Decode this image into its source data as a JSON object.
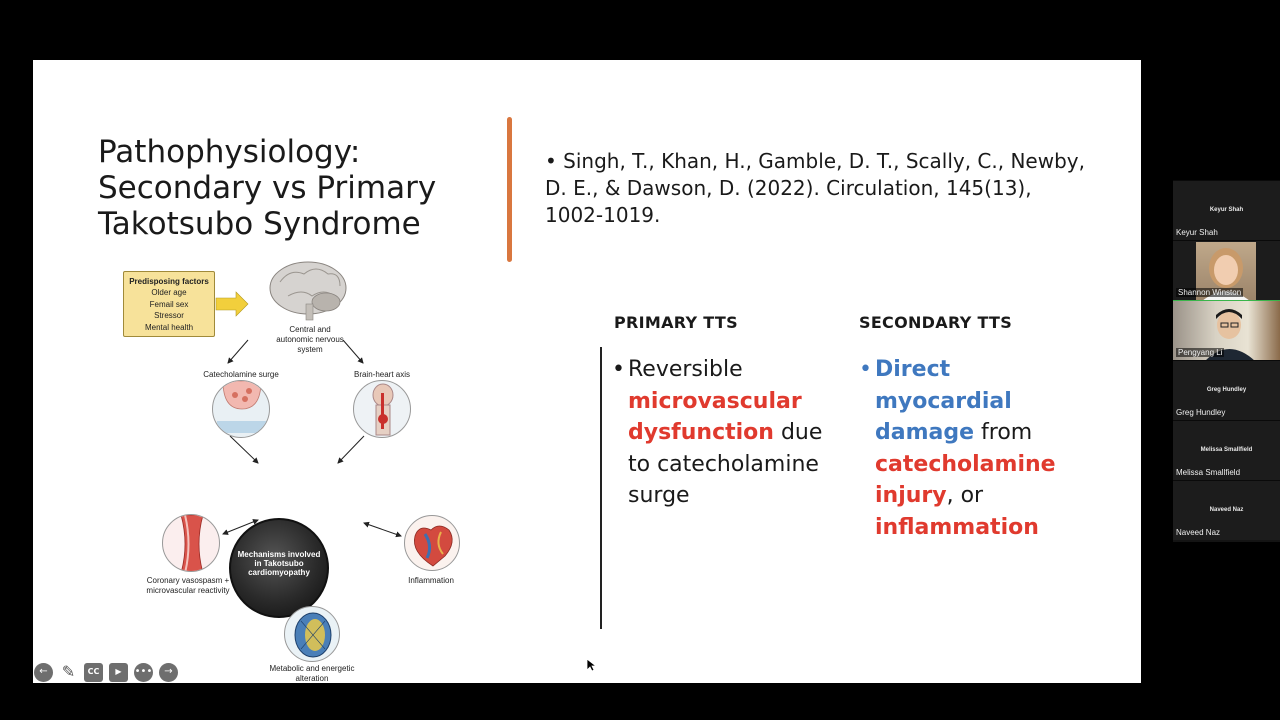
{
  "slide": {
    "title_lines": [
      "Pathophysiology:",
      "Secondary vs Primary",
      "Takotsubo Syndrome"
    ],
    "citation": {
      "bullet": "•",
      "text": "Singh, T., Khan, H., Gamble, D. T., Scally, C., Newby, D. E., & Dawson, D. (2022). Circulation, 145(13), 1002-1019."
    },
    "primary": {
      "heading": "PRIMARY TTS",
      "bullet": "•",
      "pre": "Reversible ",
      "highlight": "microvascular dysfunction",
      "post": " due to catecholamine surge"
    },
    "secondary": {
      "heading": "SECONDARY TTS",
      "bullet": "•",
      "highlight_blue": "Direct myocardial damage",
      "mid": " from ",
      "highlight_red_1": "catecholamine injury",
      "mid2": ", or ",
      "highlight_red_2": "inflammation"
    },
    "colors": {
      "accent_bar": "#d9773f",
      "red": "#e03a2e",
      "blue": "#3f78bf"
    },
    "diagram": {
      "predisposing": {
        "heading": "Predisposing factors",
        "items": [
          "Older age",
          "Femail sex",
          "Stressor",
          "Mental health"
        ]
      },
      "brain_label": "Central and autonomic nervous system",
      "catecholamine_label": "Catecholamine surge",
      "brain_heart_label": "Brain-heart axis",
      "center_label": "Mechanisms involved in Takotsubo cardiomyopathy",
      "coronary_label": "Coronary vasospasm + microvascular reactivity",
      "inflammation_label": "Inflammation",
      "metabolic_label": "Metabolic and energetic alteration"
    }
  },
  "toolbar": {
    "buttons": [
      {
        "name": "back-icon",
        "glyph": "←"
      },
      {
        "name": "pen-icon",
        "glyph": "✎"
      },
      {
        "name": "captions-icon",
        "glyph": "CC"
      },
      {
        "name": "video-off-icon",
        "glyph": "▶"
      },
      {
        "name": "more-icon",
        "glyph": "•••"
      },
      {
        "name": "forward-icon",
        "glyph": "→"
      }
    ]
  },
  "participants": [
    {
      "center": "Keyur Shah",
      "label": "Keyur Shah",
      "video": "none"
    },
    {
      "center": "",
      "label": "Shannon Winston",
      "video": "shannon"
    },
    {
      "center": "",
      "label": "Pengyang Li",
      "video": "pengyang",
      "active": true
    },
    {
      "center": "Greg Hundley",
      "label": "Greg Hundley",
      "video": "none"
    },
    {
      "center": "Melissa Smallfield",
      "label": "Melissa Smallfield",
      "video": "none"
    },
    {
      "center": "Naveed Naz",
      "label": "Naveed Naz",
      "video": "none"
    }
  ]
}
